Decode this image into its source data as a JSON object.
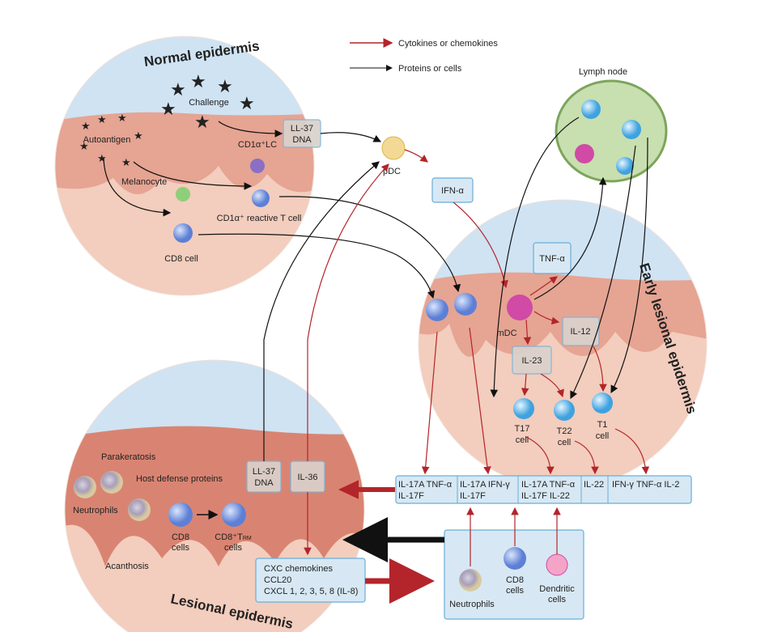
{
  "legend": {
    "cytokines": "Cytokines or chemokines",
    "proteins": "Proteins or cells",
    "colors": {
      "cytokine_arrow": "#b3252a",
      "protein_arrow": "#111111"
    }
  },
  "normal": {
    "title": "Normal epidermis",
    "challenge": "Challenge",
    "autoantigen": "Autoantigen",
    "ll37_line1": "LL-37",
    "ll37_line2": "DNA",
    "cd1a_lc": "CD1α⁺LC",
    "melanocyte": "Melanocyte",
    "cd1a_t": "CD1α⁺ reactive T cell",
    "cd8": "CD8 cell"
  },
  "middle": {
    "pdc": "pDC",
    "ifn": "IFN-α",
    "lymph_node": "Lymph node"
  },
  "early": {
    "title": "Early lesional epidermis",
    "tnf": "TNF-α",
    "mdc": "mDC",
    "il12": "IL-12",
    "il23": "IL-23",
    "t17": [
      "T17",
      "cell"
    ],
    "t22": [
      "T22",
      "cell"
    ],
    "t1": [
      "T1",
      "cell"
    ]
  },
  "cytokine_table": [
    [
      "IL-17A  TNF-α",
      "IL-17F"
    ],
    [
      "IL-17A  IFN-γ",
      "IL-17F"
    ],
    [
      "IL-17A  TNF-α",
      "IL-17F  IL-22"
    ],
    [
      "IL-22",
      ""
    ],
    [
      "IFN-γ  TNF-α  IL-2",
      ""
    ]
  ],
  "lesional": {
    "title": "Lesional epidermis",
    "parakeratosis": "Parakeratosis",
    "host_defense": "Host defense proteins",
    "neutrophils": "Neutrophils",
    "cd8": [
      "CD8",
      "cells"
    ],
    "cd8trm": [
      "CD8⁺T",
      "RM",
      "cells"
    ],
    "acanthosis": "Acanthosis",
    "ll37_line1": "LL-37",
    "ll37_line2": "DNA",
    "il36": "IL-36",
    "chemokines": [
      "CXC chemokines",
      "CCL20",
      "CXCL 1, 2, 3, 5, 8 (IL-8)"
    ]
  },
  "recruited": {
    "neutrophils": "Neutrophils",
    "cd8": [
      "CD8",
      "cells"
    ],
    "dendritic": [
      "Dendritic",
      "cells"
    ]
  }
}
